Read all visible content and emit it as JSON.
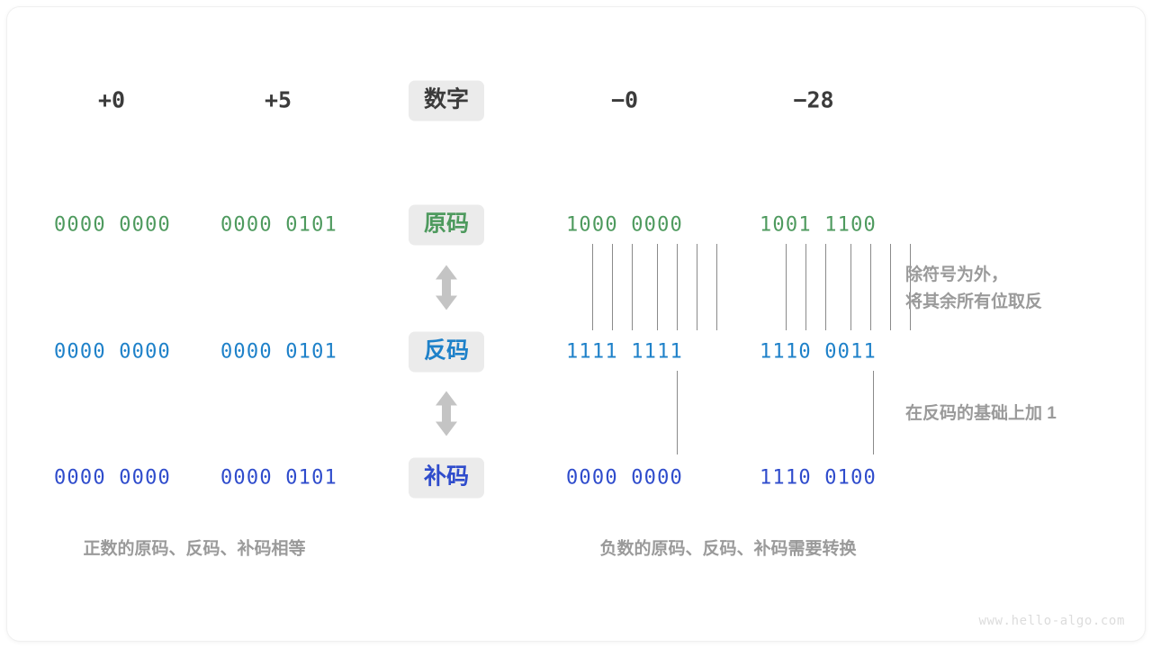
{
  "figure": {
    "watermark": "www.hello-algo.com",
    "colors": {
      "original_code": "#4e9a5e",
      "inverse_code": "#1e81c9",
      "complement_code": "#2f4ccc",
      "badge_background": "#ebebeb",
      "note_text": "#9a9a9a",
      "connector_line": "#8a8a8a",
      "header_text": "#3b3b3b",
      "arrow": "#c4c4c4"
    }
  },
  "row_labels": {
    "number": "数字",
    "original_code": "原码",
    "inverse_code": "反码",
    "complement_code": "补码"
  },
  "columns": [
    {
      "header": "+0",
      "original": "0000 0000",
      "inverse": "0000 0000",
      "complement": "0000 0000"
    },
    {
      "header": "+5",
      "original": "0000 0101",
      "inverse": "0000 0101",
      "complement": "0000 0101"
    },
    {
      "header": "−0",
      "original": "1000 0000",
      "inverse": "1111 1111",
      "complement": "0000 0000"
    },
    {
      "header": "−28",
      "original": "1001 1100",
      "inverse": "1110 0011",
      "complement": "1110 0100"
    }
  ],
  "notes": {
    "invert_rule": "除符号为外，\n将其余所有位取反",
    "add_one_rule": "在反码的基础上加 1"
  },
  "captions": {
    "positive": "正数的原码、反码、补码相等",
    "negative": "负数的原码、反码、补码需要转换"
  },
  "icons": {
    "arrow_up_down_1": "arrow-up-down",
    "arrow_up_down_2": "arrow-up-down"
  }
}
